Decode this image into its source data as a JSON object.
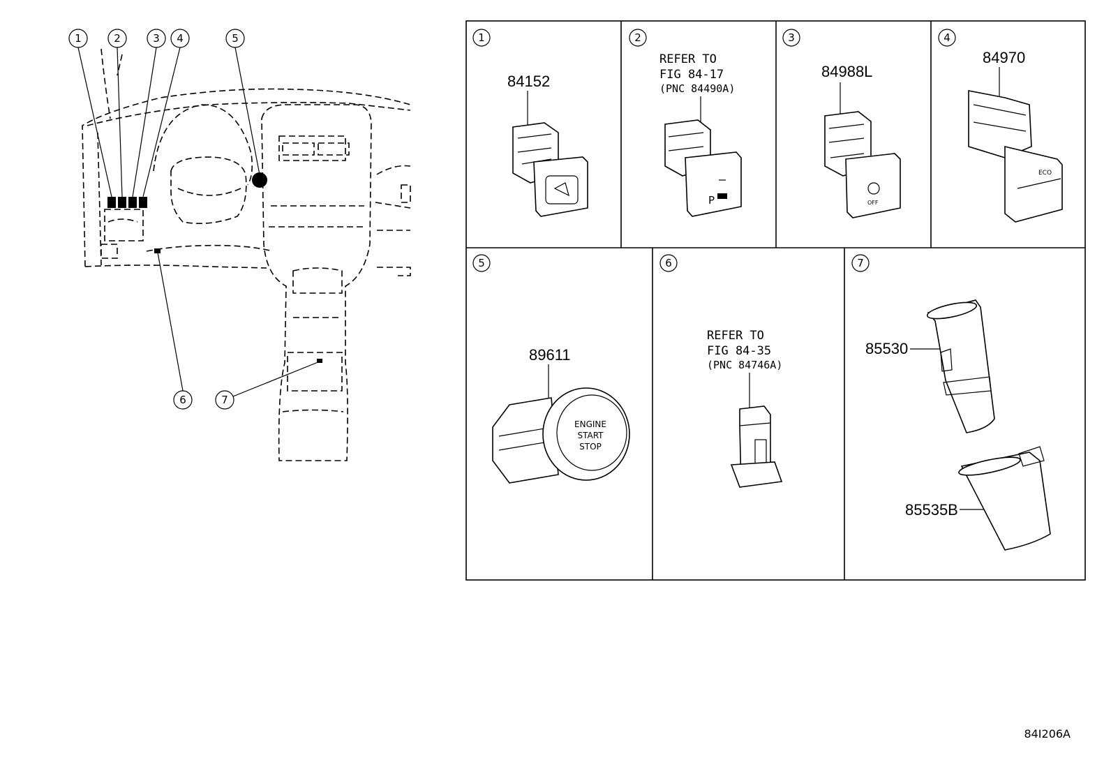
{
  "locator": {
    "callouts": [
      "1",
      "2",
      "3",
      "4",
      "5",
      "6",
      "7"
    ]
  },
  "panels": [
    {
      "num": "1",
      "part": "84152",
      "ref": []
    },
    {
      "num": "2",
      "part": "",
      "ref": [
        "REFER TO",
        "FIG 84-17",
        "(PNC 84490A)"
      ]
    },
    {
      "num": "3",
      "part": "84988L",
      "ref": []
    },
    {
      "num": "4",
      "part": "84970",
      "ref": []
    },
    {
      "num": "5",
      "part": "89611",
      "ref": []
    },
    {
      "num": "6",
      "part": "",
      "ref": [
        "REFER TO",
        "FIG 84-35",
        "(PNC 84746A)"
      ]
    },
    {
      "num": "7",
      "part": "85530",
      "part2": "85535B",
      "ref": []
    }
  ],
  "button_text": {
    "engine": "ENGINE",
    "start": "START",
    "stop": "STOP",
    "off": "OFF",
    "eco": "ECO"
  },
  "figure_code": "84I206A"
}
